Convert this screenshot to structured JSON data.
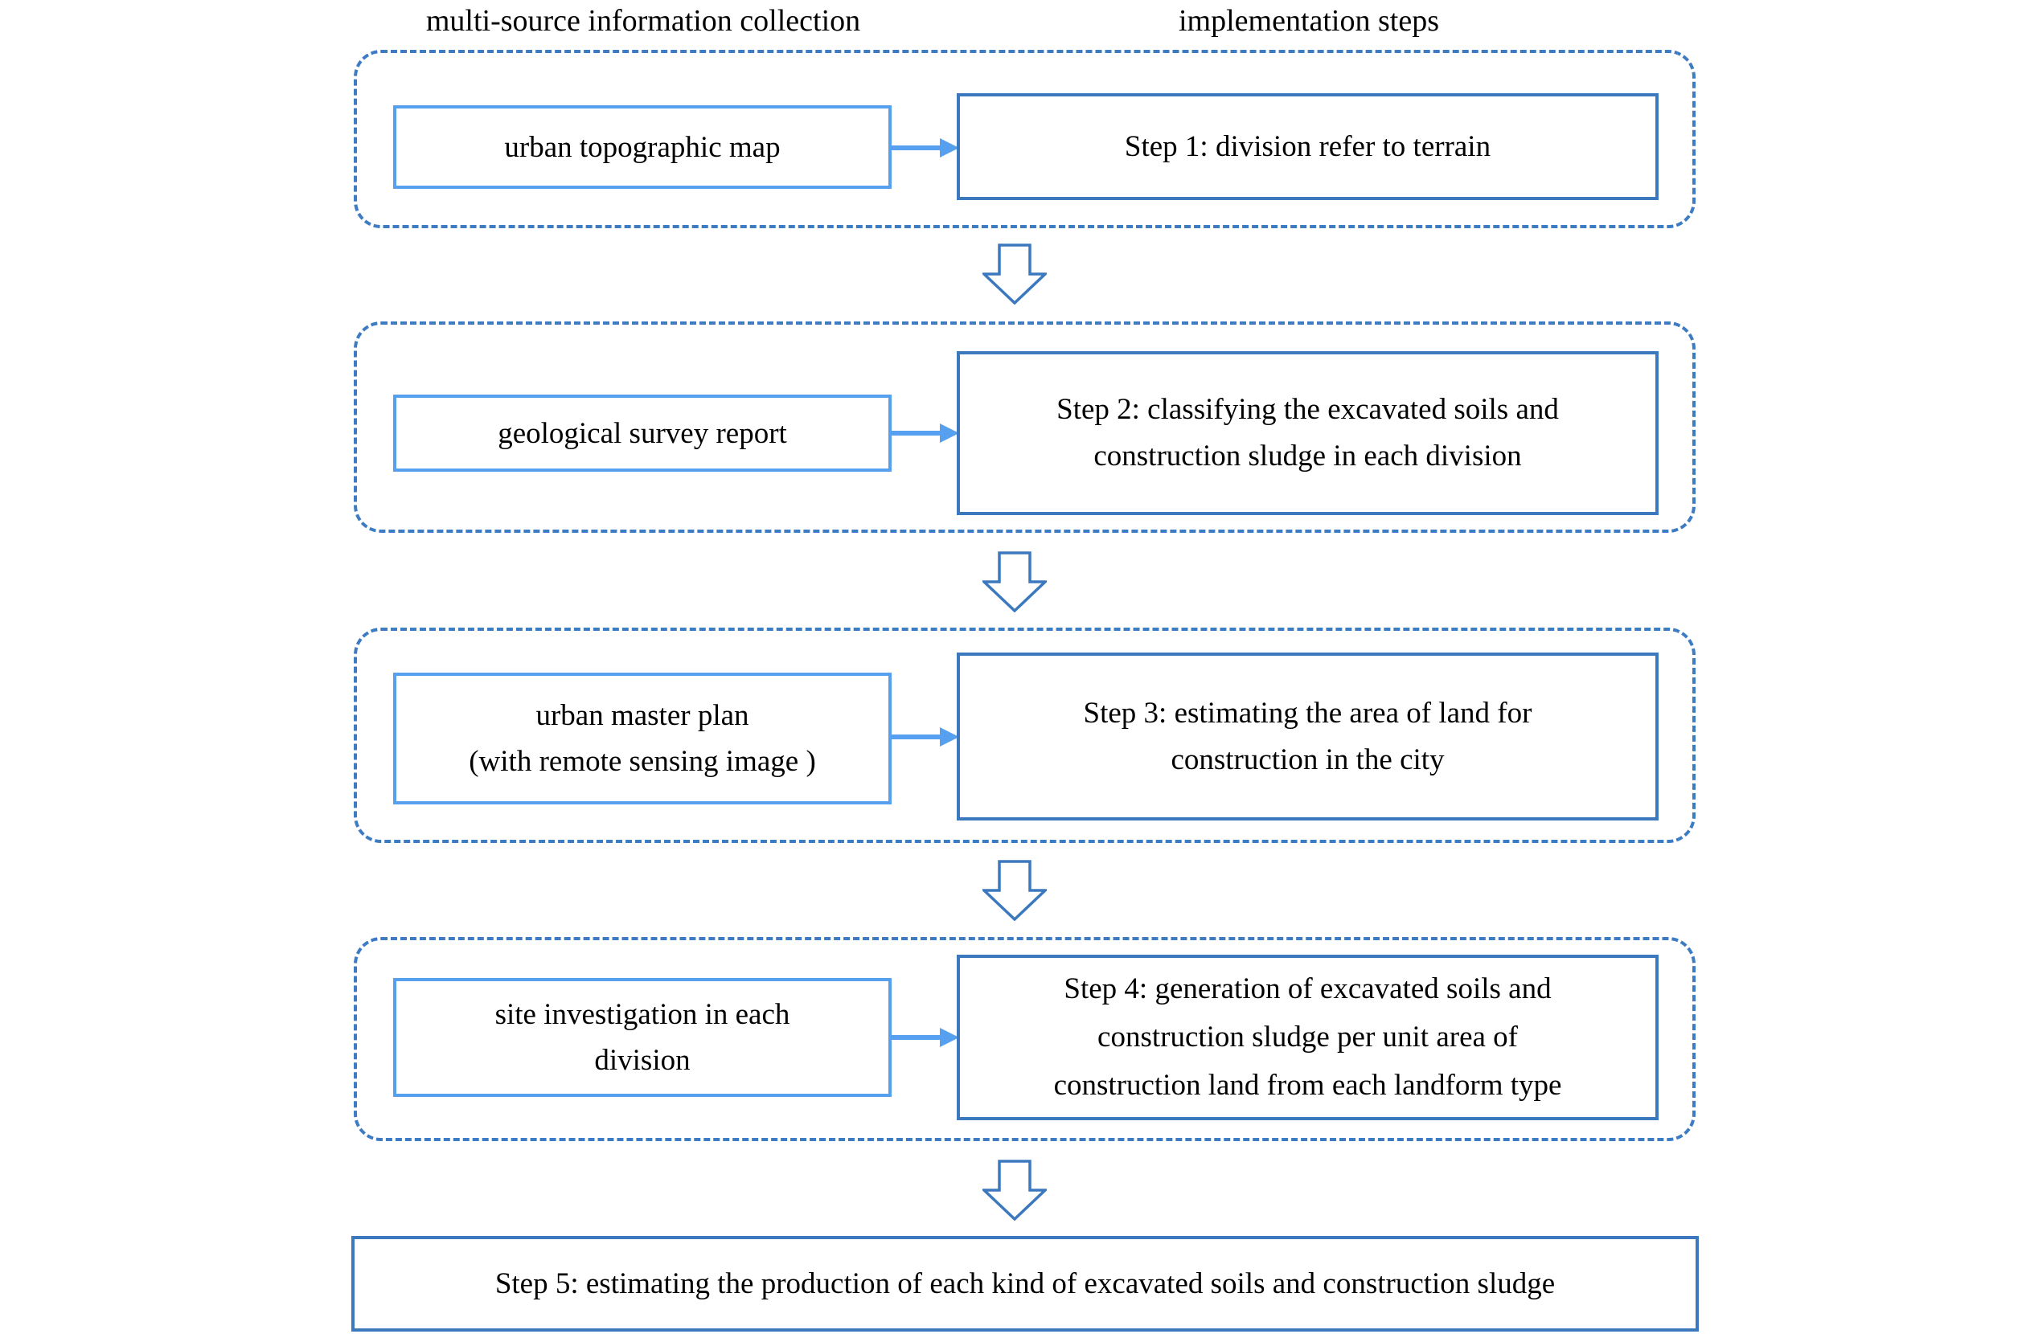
{
  "headers": {
    "left": "multi-source information collection",
    "right": "implementation steps"
  },
  "rows": [
    {
      "source": {
        "lines": [
          "urban topographic map"
        ]
      },
      "step": {
        "lines": [
          "Step 1: division refer to terrain"
        ]
      }
    },
    {
      "source": {
        "lines": [
          "geological survey report"
        ]
      },
      "step": {
        "lines": [
          "Step 2: classifying the excavated soils and",
          "construction sludge in each division"
        ]
      }
    },
    {
      "source": {
        "lines": [
          "urban master plan",
          "(with remote sensing image )"
        ]
      },
      "step": {
        "lines": [
          "Step 3: estimating the area of land for",
          "construction in the city"
        ]
      }
    },
    {
      "source": {
        "lines": [
          "site investigation in each",
          "division"
        ]
      },
      "step": {
        "lines": [
          "Step 4: generation of excavated soils and",
          "construction sludge per unit area of",
          "construction land from each landform type"
        ]
      }
    }
  ],
  "final_step": {
    "label": "Step 5: estimating the production of each kind of excavated soils and construction sludge"
  },
  "icons": {
    "right_arrow": "arrow-right",
    "down_arrow": "block-arrow-down"
  },
  "colors": {
    "accent_light": "#57A0F0",
    "accent_medium": "#3B78BD",
    "dashed_border": "#3D7BC2",
    "text": "#000000"
  }
}
